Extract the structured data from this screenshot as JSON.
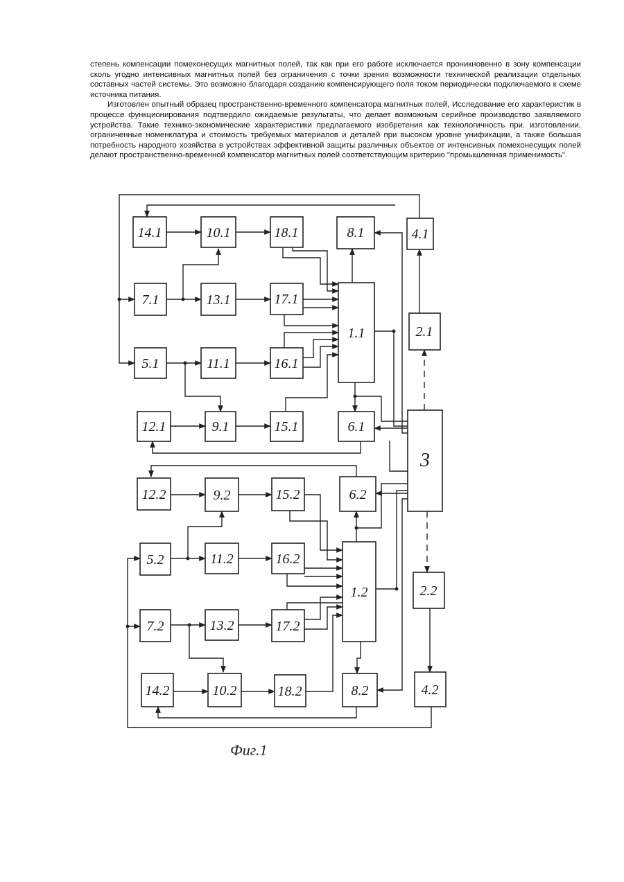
{
  "text": {
    "para1": "степень компенсации помехонесущих магнитных полей, так как при его работе исключается проникновенно в зону компенсации сколь угодно интенсивных магнитных полей без ограничения с точки зрения возможности технической реализации отдельных составных частей системы. Это возможно благодаря созданию компенсирующего поля током периодически подключаемого к схеме источника питания.",
    "para2": "Изготовлен опытный образец пространственно-временного компенсатора магнитных полей, Исследование его характеристик в процессе функционирования подтвердило ожидаемые результаты, что делает возможным серийное производство заявляемого устройства. Такие технико-экономические характеристики предлагаемого изобретения как технологичность при. изготовлении, ограниченные номенклатура и стоимость требуемых материалов и деталей при высоком уровне унификации, а также большая потребность народного хозяйства в устройствах эффективной защиты различных объектов от интенсивных помехонесущих полей делают пространственно-временной компенсатор магнитных полей соответствующим критерию \"промышленная применимость\"."
  },
  "diagram": {
    "caption": "Фиг.1",
    "blocks": {
      "b14_1": "14.1",
      "b10_1": "10.1",
      "b18_1": "18.1",
      "b8_1": "8.1",
      "b4_1": "4.1",
      "b7_1": "7.1",
      "b13_1": "13.1",
      "b17_1": "17.1",
      "b1_1": "1.1",
      "b2_1": "2.1",
      "b5_1": "5.1",
      "b11_1": "11.1",
      "b16_1": "16.1",
      "b12_1": "12.1",
      "b9_1": "9.1",
      "b15_1": "15.1",
      "b6_1": "6.1",
      "b3": "3",
      "b12_2": "12.2",
      "b9_2": "9.2",
      "b15_2": "15.2",
      "b6_2": "6.2",
      "b5_2": "5.2",
      "b11_2": "11.2",
      "b16_2": "16.2",
      "b1_2": "1.2",
      "b2_2": "2.2",
      "b7_2": "7.2",
      "b13_2": "13.2",
      "b17_2": "17.2",
      "b14_2": "14.2",
      "b10_2": "10.2",
      "b18_2": "18.2",
      "b8_2": "8.2",
      "b4_2": "4.2"
    }
  }
}
